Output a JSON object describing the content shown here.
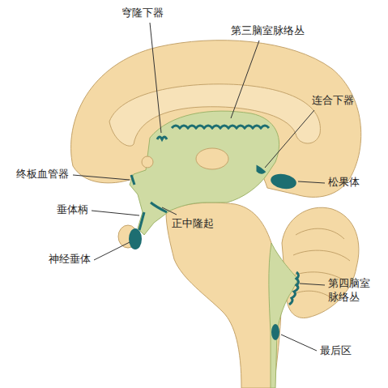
{
  "diagram": {
    "labels": [
      "穹隆下器",
      "第三脑室脉络丛",
      "连合下器",
      "松果体",
      "终板血管器",
      "垂体柄",
      "正中隆起",
      "神经垂体",
      "第四脑室 脉络丛",
      "最后区"
    ]
  }
}
